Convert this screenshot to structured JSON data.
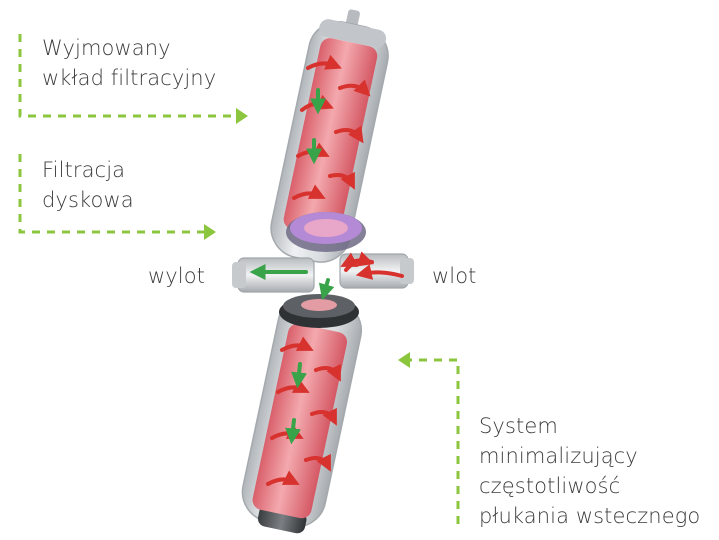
{
  "colors": {
    "accent": "#8cc63f",
    "housing": "#c9cdd1",
    "cartridge": "#e8838a",
    "flow_arrow": "#d7322e",
    "flow_arrow_green": "#39a34a",
    "disc_ring": "#9a6fc4"
  },
  "labels": {
    "cartridge": [
      "Wyjmowany",
      "wkład filtracyjny"
    ],
    "disc_filtration": [
      "Filtracja",
      "dyskowa"
    ],
    "outlet": "wylot",
    "inlet": "wlot",
    "system": [
      "System",
      "minimalizujący",
      "częstotliwość",
      "płukania wstecznego"
    ]
  }
}
